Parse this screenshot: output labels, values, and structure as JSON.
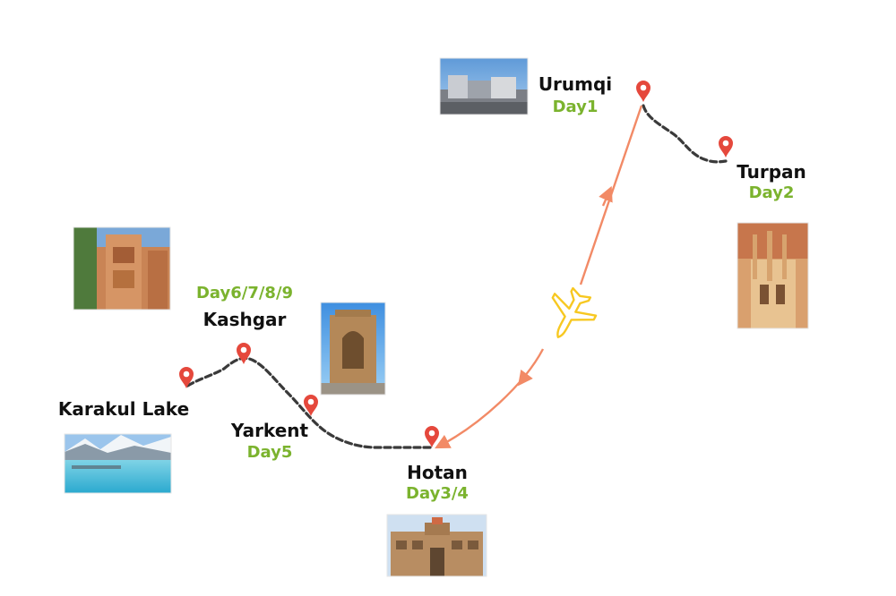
{
  "map": {
    "colors": {
      "marker": "#e5483c",
      "ground_route": "#3a3a3a",
      "flight_route": "#f28a66",
      "plane": "#f7c821",
      "city_text": "#111111",
      "day_text": "#7bb32e"
    },
    "plane_icon": "airplane-icon",
    "marker_icon": "map-pin-icon",
    "stops": [
      {
        "id": "urumqi",
        "city": "Urumqi",
        "day": "Day1"
      },
      {
        "id": "turpan",
        "city": "Turpan",
        "day": "Day2"
      },
      {
        "id": "hotan",
        "city": "Hotan",
        "day": "Day3/4"
      },
      {
        "id": "yarkent",
        "city": "Yarkent",
        "day": "Day5"
      },
      {
        "id": "kashgar",
        "city": "Kashgar",
        "day": "Day6/7/8/9"
      },
      {
        "id": "karakul",
        "city": "Karakul Lake",
        "day": ""
      }
    ]
  }
}
